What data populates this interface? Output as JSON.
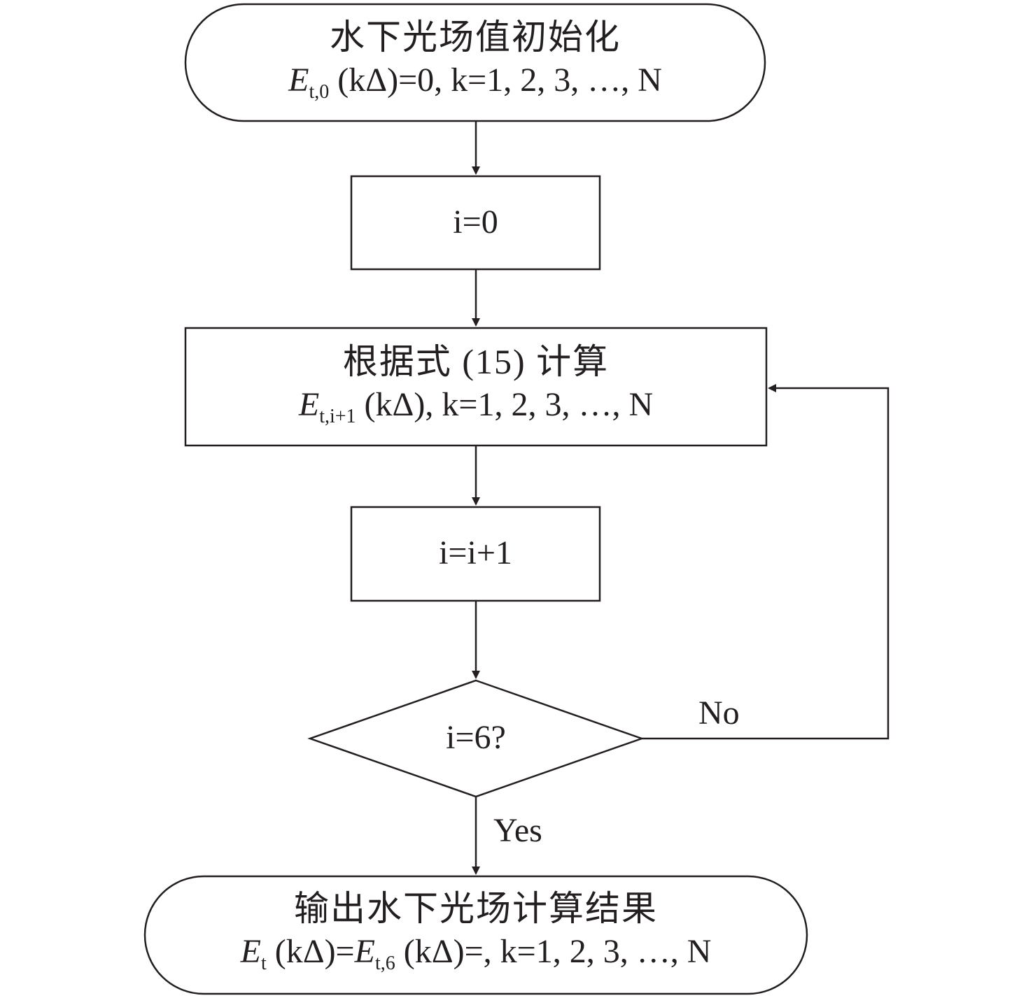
{
  "nodes": {
    "start": {
      "title": "水下光场值初始化",
      "formula": {
        "sym": "E",
        "sub": "t,0",
        "rest": " (kΔ)=0, k=1, 2, 3, …, N"
      }
    },
    "init_i": {
      "text": "i=0"
    },
    "compute": {
      "title": "根据式 (15) 计算",
      "formula": {
        "sym": "E",
        "sub": "t,i+1",
        "rest": " (kΔ), k=1, 2, 3, …, N"
      }
    },
    "increment": {
      "text": "i=i+1"
    },
    "decision": {
      "text": "i=6?"
    },
    "end": {
      "title": "输出水下光场计算结果",
      "formula": {
        "sym": "E",
        "sub": "t",
        "mid": " (kΔ)=",
        "sym2": "E",
        "sub2": "t,6",
        "rest": " (kΔ)=, k=1, 2, 3, …, N"
      }
    }
  },
  "edges": {
    "no_label": "No",
    "yes_label": "Yes"
  },
  "colors": {
    "stroke": "#231f20",
    "background": "#ffffff"
  }
}
